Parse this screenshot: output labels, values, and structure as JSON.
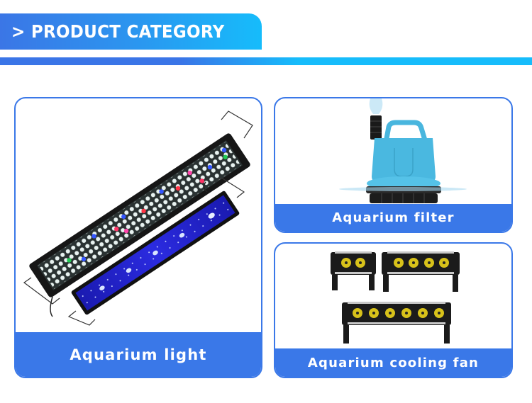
{
  "header": {
    "title": "> PRODUCT CATEGORY",
    "colors": {
      "gradient_start": "#3b76e6",
      "gradient_end": "#16bcfb"
    }
  },
  "categories": [
    {
      "id": "light",
      "label": "Aquarium light",
      "image": "aquarium-led-light-bars"
    },
    {
      "id": "filter",
      "label": "Aquarium filter",
      "image": "submersible-water-pump"
    },
    {
      "id": "fan",
      "label": "Aquarium cooling fan",
      "image": "aquarium-cooling-fans"
    }
  ],
  "colors": {
    "card_border": "#3a78e8",
    "label_band": "#3a78e8",
    "label_text": "#ffffff"
  }
}
